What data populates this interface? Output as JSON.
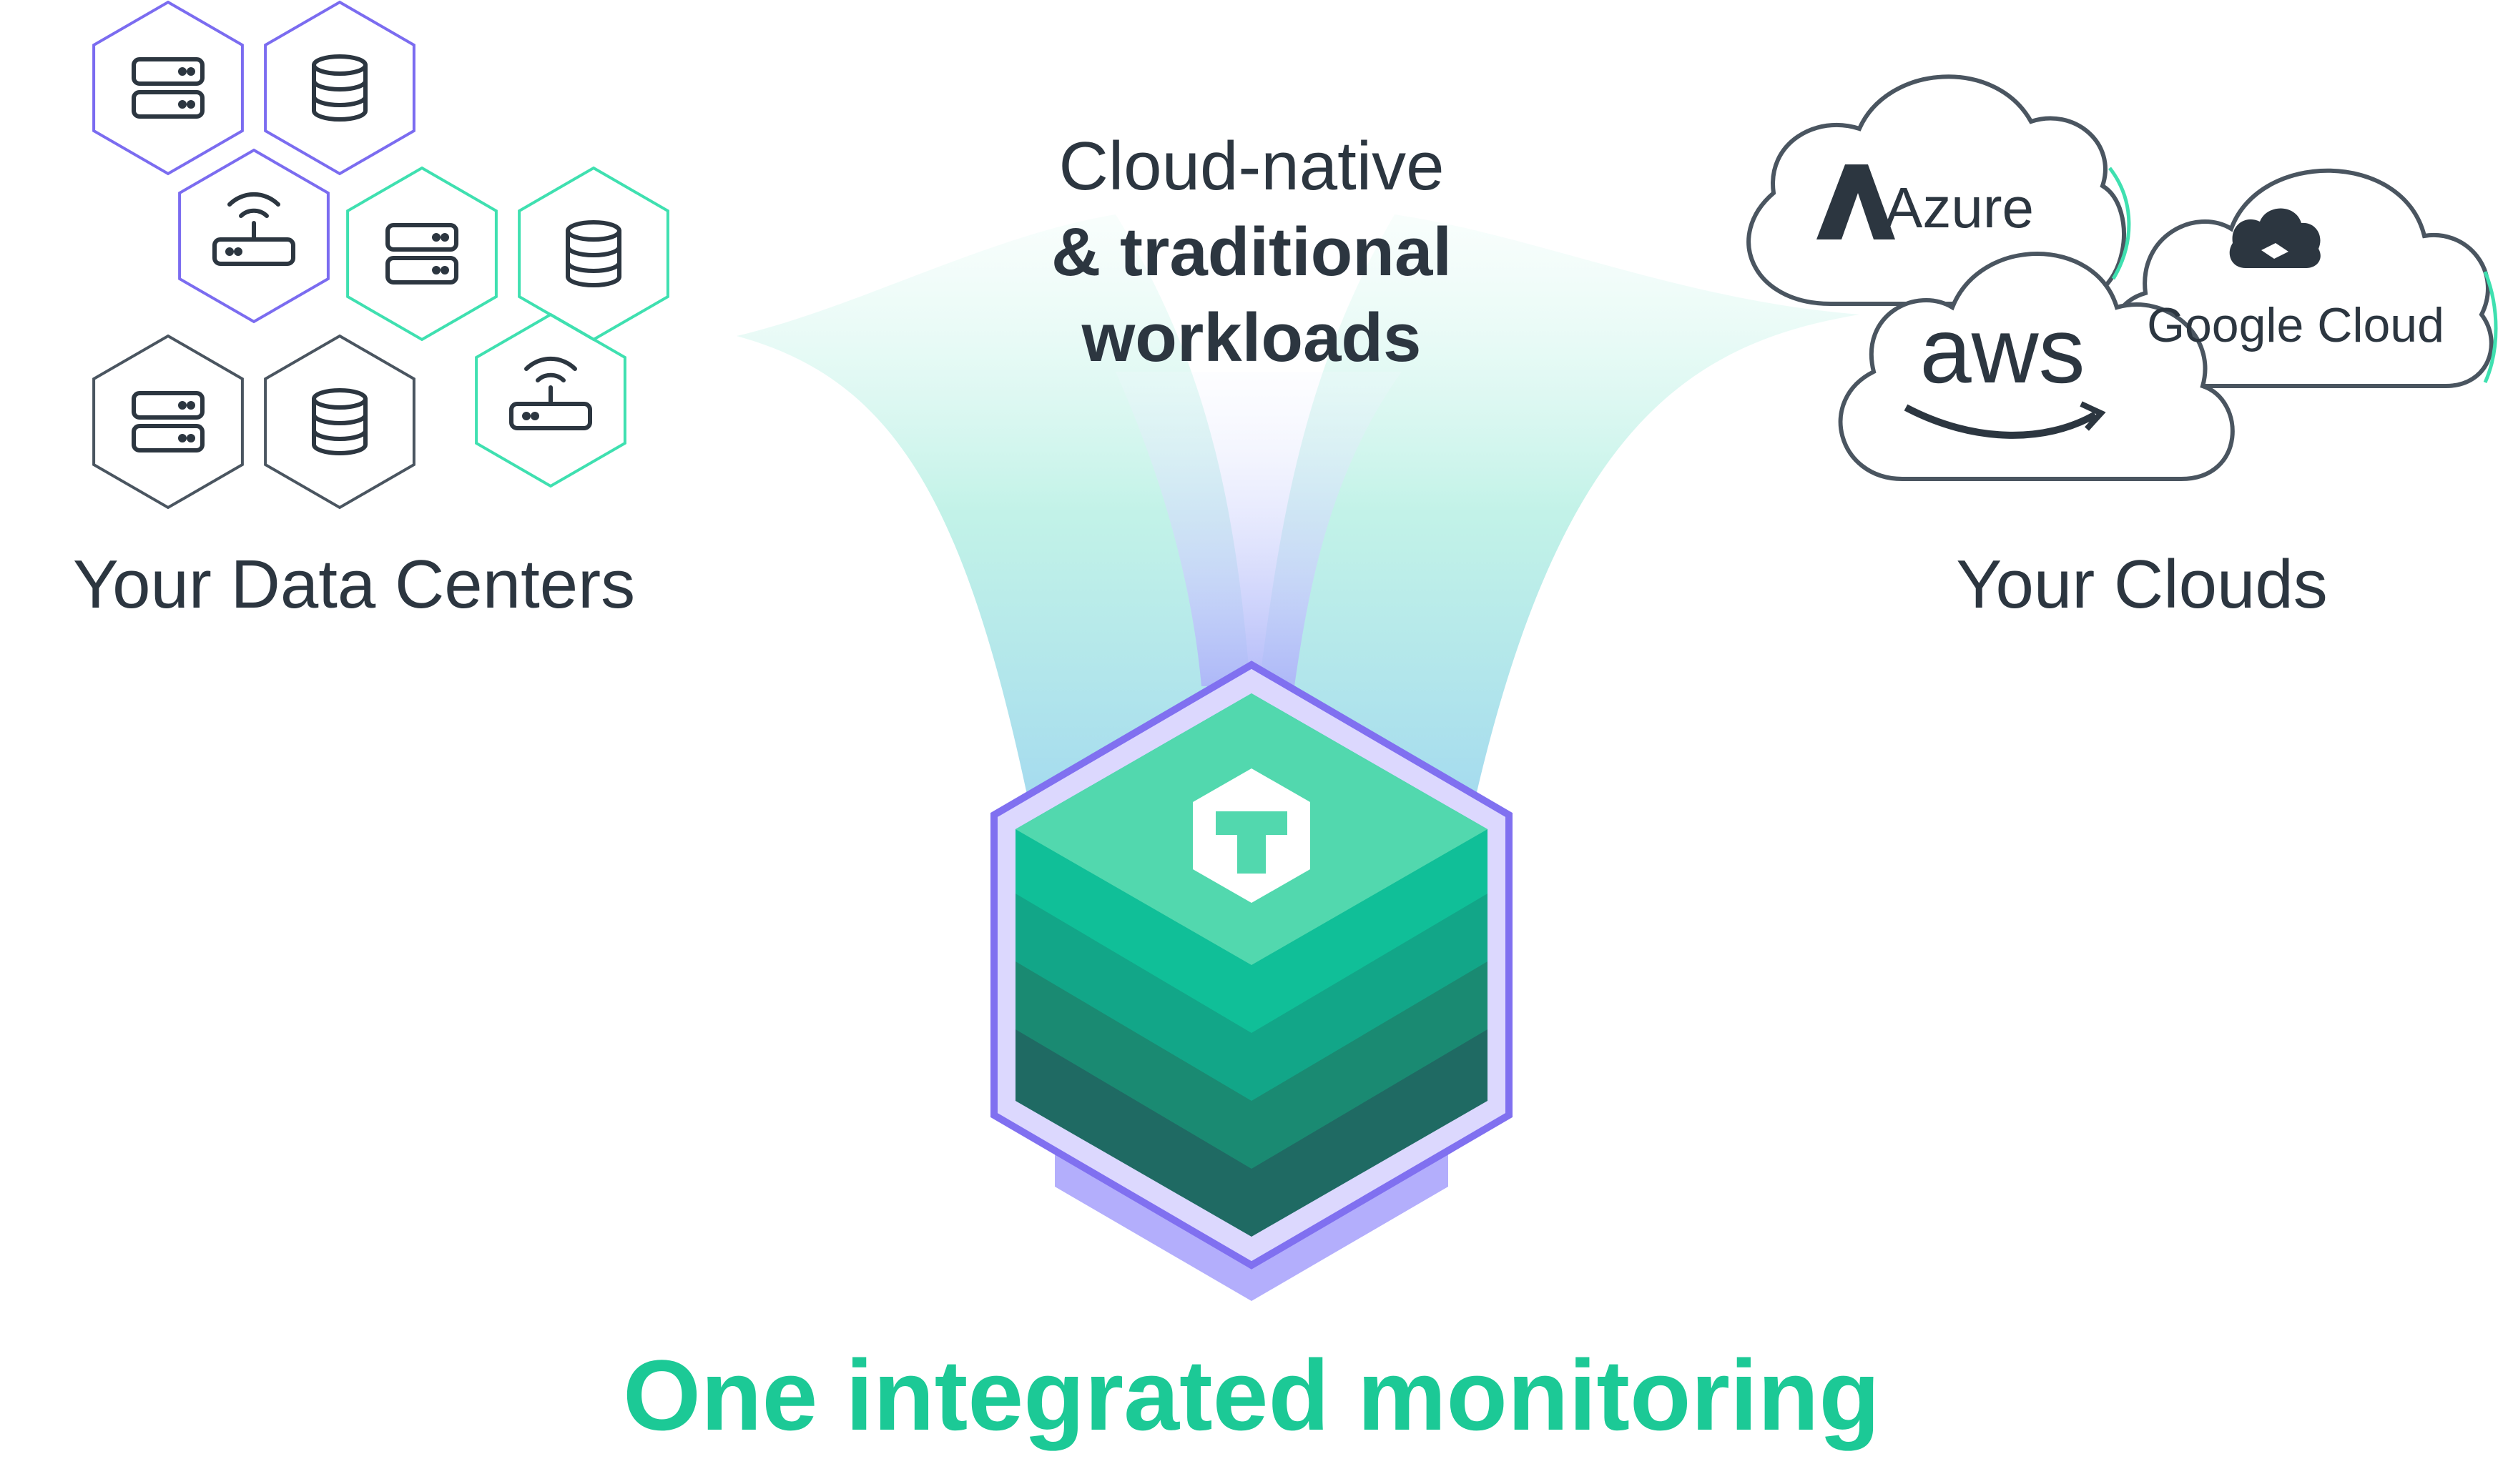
{
  "labels": {
    "top_line1": "Cloud-native",
    "top_line2": "& traditional",
    "top_line3": "workloads",
    "data_centers": "Your Data Centers",
    "clouds": "Your Clouds",
    "bottom": "One integrated monitoring"
  },
  "clouds": {
    "azure": "Azure",
    "aws": "aws",
    "google": "Google Cloud"
  },
  "colors": {
    "purple": "#7b6cf0",
    "teal": "#3fe0b0",
    "gray": "#4a5560",
    "text": "#2c3640",
    "green": "#1cc996"
  },
  "hexagons": [
    {
      "icon": "server-icon",
      "color": "purple"
    },
    {
      "icon": "database-icon",
      "color": "purple"
    },
    {
      "icon": "router-icon",
      "color": "purple"
    },
    {
      "icon": "server-icon",
      "color": "teal"
    },
    {
      "icon": "database-icon",
      "color": "teal"
    },
    {
      "icon": "server-icon",
      "color": "gray"
    },
    {
      "icon": "database-icon",
      "color": "gray"
    },
    {
      "icon": "router-icon",
      "color": "teal"
    }
  ]
}
